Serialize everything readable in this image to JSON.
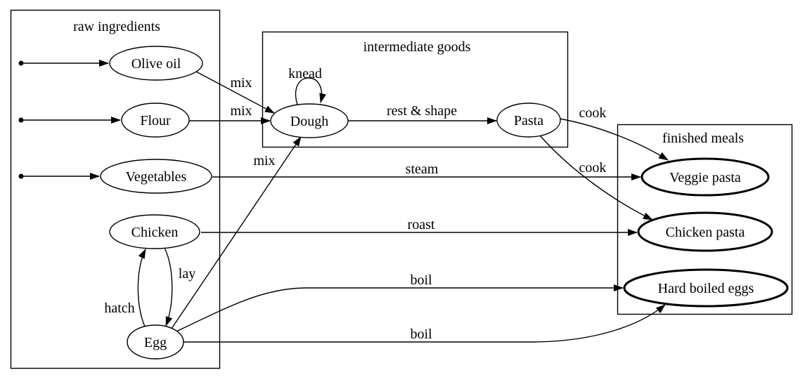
{
  "diagram_type": "directed-graph",
  "colors": {
    "background": "#ffffff",
    "stroke": "#000000",
    "text": "#000000"
  },
  "clusters": {
    "raw": {
      "label": "raw ingredients"
    },
    "intermediate": {
      "label": "intermediate goods"
    },
    "finished": {
      "label": "finished meals"
    }
  },
  "nodes": {
    "olive_oil": {
      "label": "Olive oil"
    },
    "flour": {
      "label": "Flour"
    },
    "vegetables": {
      "label": "Vegetables"
    },
    "chicken": {
      "label": "Chicken"
    },
    "egg": {
      "label": "Egg"
    },
    "dough": {
      "label": "Dough"
    },
    "pasta": {
      "label": "Pasta"
    },
    "veggie_pasta": {
      "label": "Veggie pasta"
    },
    "chicken_pasta": {
      "label": "Chicken pasta"
    },
    "hard_boiled_eggs": {
      "label": "Hard boiled eggs"
    }
  },
  "entry_points": 3,
  "edges": [
    {
      "from": "start",
      "to": "Olive oil",
      "label": ""
    },
    {
      "from": "start",
      "to": "Flour",
      "label": ""
    },
    {
      "from": "start",
      "to": "Vegetables",
      "label": ""
    },
    {
      "from": "Olive oil",
      "to": "Dough",
      "label": "mix"
    },
    {
      "from": "Flour",
      "to": "Dough",
      "label": "mix"
    },
    {
      "from": "Egg",
      "to": "Dough",
      "label": "mix"
    },
    {
      "from": "Dough",
      "to": "Dough",
      "label": "knead"
    },
    {
      "from": "Dough",
      "to": "Pasta",
      "label": "rest & shape"
    },
    {
      "from": "Pasta",
      "to": "Veggie pasta",
      "label": "cook"
    },
    {
      "from": "Pasta",
      "to": "Chicken pasta",
      "label": "cook"
    },
    {
      "from": "Vegetables",
      "to": "Veggie pasta",
      "label": "steam"
    },
    {
      "from": "Chicken",
      "to": "Chicken pasta",
      "label": "roast"
    },
    {
      "from": "Chicken",
      "to": "Egg",
      "label": "lay"
    },
    {
      "from": "Egg",
      "to": "Chicken",
      "label": "hatch"
    },
    {
      "from": "Egg",
      "to": "Hard boiled eggs",
      "label": "boil"
    },
    {
      "from": "Egg",
      "to": "Hard boiled eggs",
      "label": "boil"
    }
  ]
}
